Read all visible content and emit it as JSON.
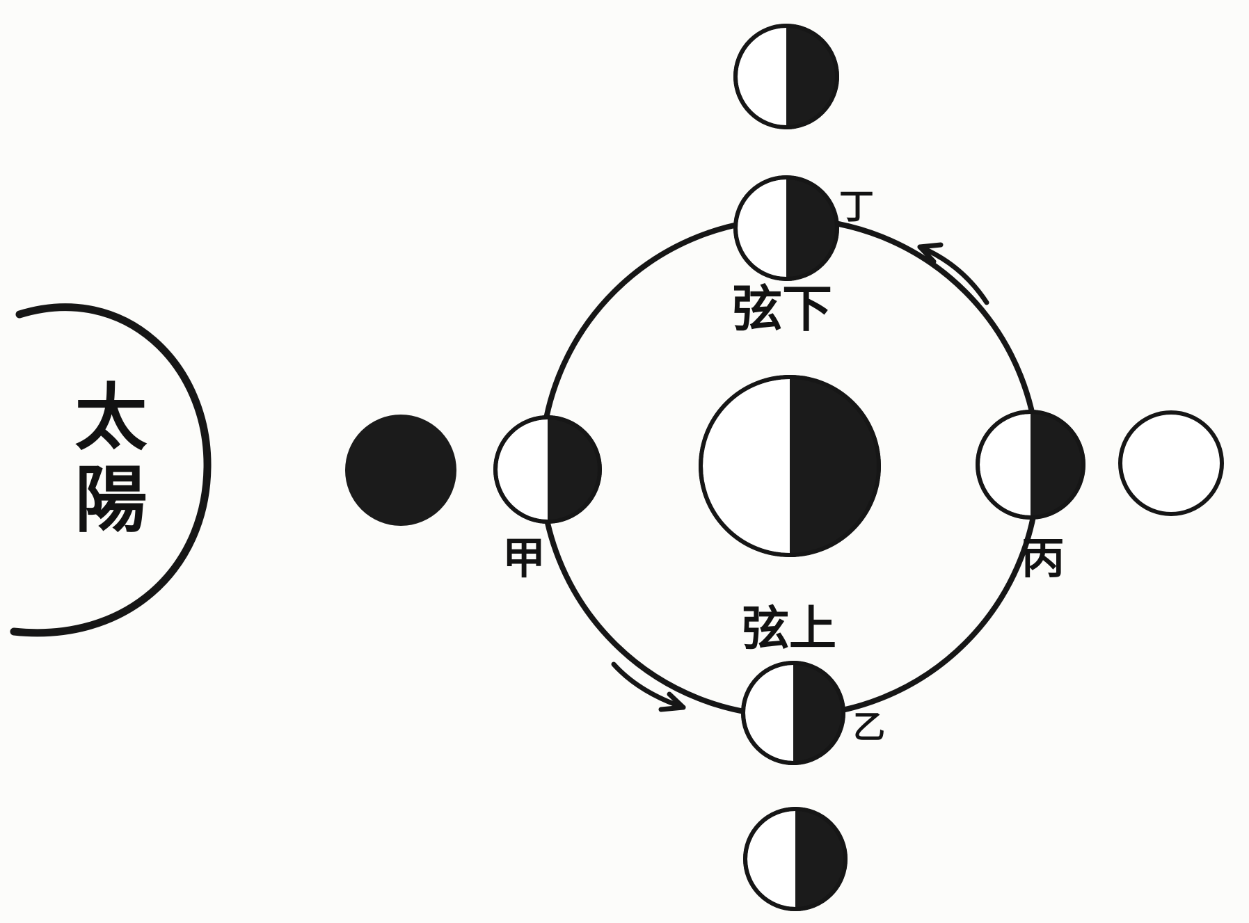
{
  "labels": {
    "sun": "太陽",
    "last_quarter": "弦下",
    "first_quarter": "弦上",
    "position_a": "甲",
    "position_b": "乙",
    "position_c": "丙",
    "position_d": "丁"
  },
  "colors": {
    "ink": "#161616",
    "paper": "#fcfcfa",
    "moon_shadow": "#1b1b1b"
  }
}
